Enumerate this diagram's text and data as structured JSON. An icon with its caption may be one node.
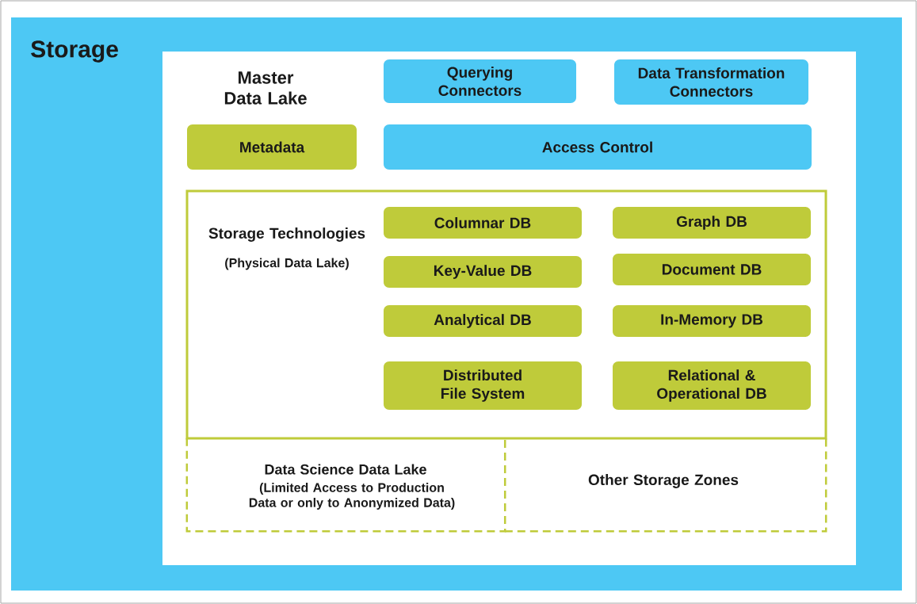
{
  "diagram": {
    "nodes": [
      {
        "text": [
          "Storage"
        ]
      },
      {
        "text": [
          "Master Data Lake"
        ],
        "in": 0
      },
      {
        "text": [
          "Querying Connectors"
        ],
        "in": 1
      },
      {
        "text": [
          "Data Transformation Connectors"
        ],
        "in": 1
      },
      {
        "text": [
          "Metadata"
        ],
        "in": 1
      },
      {
        "text": [
          "Access Control"
        ],
        "in": 1
      },
      {
        "text": [
          "Storage Technologies",
          "(Physical Data Lake)"
        ],
        "in": 1
      },
      {
        "text": [
          "Columnar DB"
        ],
        "in": 6
      },
      {
        "text": [
          "Graph DB"
        ],
        "in": 6
      },
      {
        "text": [
          "Key-Value DB"
        ],
        "in": 6
      },
      {
        "text": [
          "Document DB"
        ],
        "in": 6
      },
      {
        "text": [
          "Analytical DB"
        ],
        "in": 6
      },
      {
        "text": [
          "In-Memory DB"
        ],
        "in": 6
      },
      {
        "text": [
          "Distributed File System"
        ],
        "in": 6
      },
      {
        "text": [
          "Relational & Operational DB"
        ],
        "in": 6
      },
      {
        "text": [
          "Data Science Data Lake",
          "(Limited Access to Production Data or only to Anonymized Data)"
        ],
        "in": 1
      },
      {
        "text": [
          "Other Storage Zones"
        ],
        "in": 1
      }
    ]
  }
}
